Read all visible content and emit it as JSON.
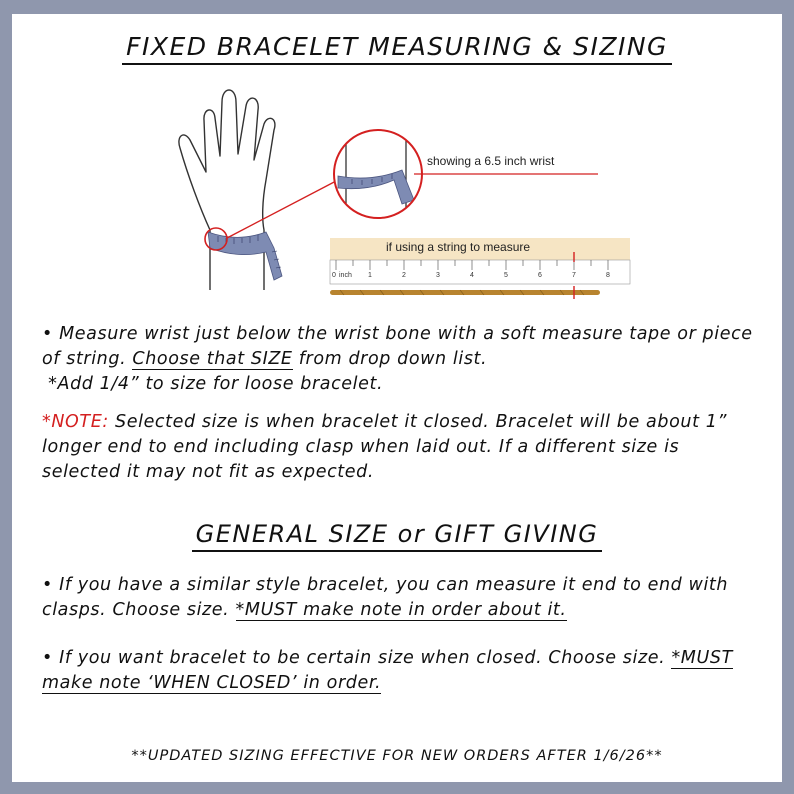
{
  "title": "FIXED BRACELET MEASURING & SIZING",
  "illustration": {
    "caption_wrist": "showing a 6.5 inch wrist",
    "caption_string": "if using a string to measure",
    "ruler_unit": "inch",
    "ruler_labels": [
      "0",
      "1",
      "2",
      "3",
      "4",
      "5",
      "6",
      "7",
      "8"
    ]
  },
  "measure": {
    "bullet": "•",
    "text1": "Measure wrist just below the wrist bone with a soft measure tape or piece of string.",
    "choose": "Choose that SIZE",
    "text2": "from drop down list.",
    "loose": "*Add 1/4” to size for loose bracelet."
  },
  "note": {
    "label": "*NOTE:",
    "text": "Selected size is when bracelet it closed. Bracelet will be about 1” longer end to end including clasp when laid out. If a different size is selected it may not fit as expected."
  },
  "general": {
    "heading": "GENERAL SIZE or GIFT GIVING",
    "item1_text": "If you have a similar style bracelet, you can measure it end to end with clasps. Choose size.",
    "item1_must": "*MUST make note in order about it.",
    "item2_text": "If you want bracelet to be certain size when closed. Choose size.",
    "item2_must": "*MUST make note ‘WHEN CLOSED’ in order."
  },
  "footer": "**UPDATED SIZING EFFECTIVE FOR NEW ORDERS AFTER 1/6/26**",
  "colors": {
    "background": "#8f97ad",
    "accent_red": "#d42020",
    "tape": "#7e8bb3",
    "ruler": "#f6e5c4",
    "string": "#b8842f"
  }
}
